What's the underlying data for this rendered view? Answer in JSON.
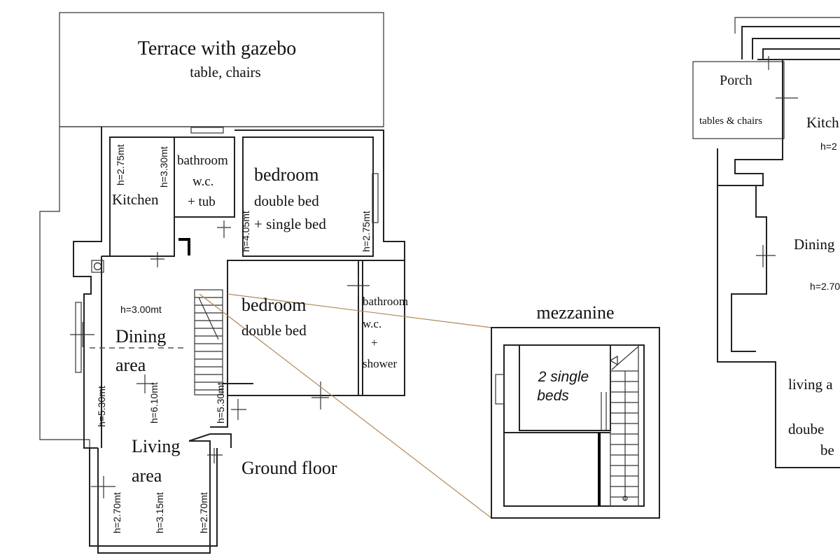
{
  "rooms": {
    "terrace_title": "Terrace with gazebo",
    "terrace_sub": "table, chairs",
    "kitchen": "Kitchen",
    "bathroom1": {
      "l1": "bathroom",
      "l2": "w.c.",
      "l3": "+ tub"
    },
    "bedroom1": {
      "l1": "bedroom",
      "l2": "double bed",
      "l3": "+ single bed"
    },
    "bedroom2": {
      "l1": "bedroom",
      "l2": "double bed"
    },
    "bathroom2": {
      "l1": "bathroom",
      "l2": "w.c.",
      "l3": "+",
      "l4": "shower"
    },
    "dining": {
      "l1": "Dining",
      "l2": "area"
    },
    "living": {
      "l1": "Living",
      "l2": "area"
    }
  },
  "labels": {
    "ground_floor": "Ground floor",
    "mezzanine": "mezzanine",
    "mezz_beds": {
      "l1": "2 single",
      "l2": "beds"
    }
  },
  "heights": {
    "k275": "h=2.75mt",
    "k330": "h=3.30mt",
    "b405": "h=4.05mt",
    "b275": "h=2.75mt",
    "d300": "h=3.00mt",
    "d530a": "h=5.30mt",
    "d610": "h=6.10mt",
    "d530b": "h=5.30mt",
    "l270a": "h=2.70mt",
    "l315": "h=3.15mt",
    "l270b": "h=2.70mt"
  },
  "right_plan": {
    "porch": "Porch",
    "porch_sub": "tables & chairs",
    "kitchen": "Kitch",
    "kitchen_h": "h=2",
    "dining": "Dining",
    "dining_h": "h=2.70",
    "living": "living a",
    "living_sub": "doube",
    "living_sub2": "be"
  }
}
